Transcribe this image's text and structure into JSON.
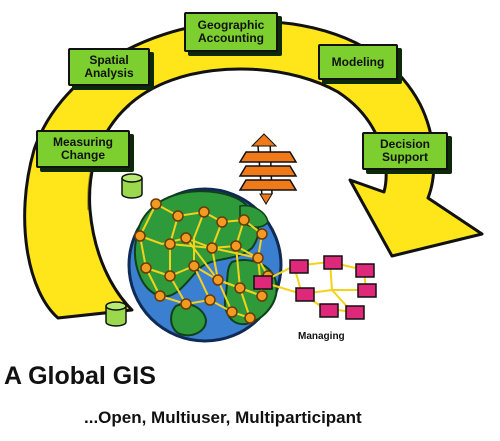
{
  "diagram": {
    "boxes": {
      "spatial_analysis": "Spatial\nAnalysis",
      "geographic_accounting": "Geographic\nAccounting",
      "modeling": "Modeling",
      "measuring_change": "Measuring\nChange",
      "decision_support": "Decision\nSupport"
    },
    "managing_label": "Managing",
    "colors": {
      "arrow_fill": "#ffe61a",
      "box_fill": "#7ccf2e",
      "ocean": "#3b7fd0",
      "land": "#2f9a3a",
      "node": "#f29a21",
      "network_box": "#e0287a",
      "layers": "#f07a18",
      "cylinder": "#9ad94e"
    },
    "icons": [
      "yellow-cycle-arrow",
      "globe-icon",
      "database-cylinder-icon",
      "layer-stack-icon",
      "network-node-icon"
    ]
  },
  "title": "A Global GIS",
  "subtitle": "...Open, Multiuser, Multiparticipant"
}
